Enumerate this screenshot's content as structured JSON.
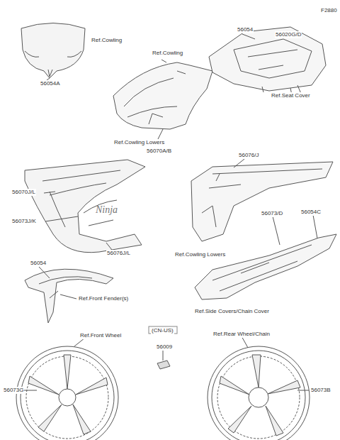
{
  "diagram": {
    "labels": [
      "F2880",
      "Ref.Cowling",
      "56054A",
      "Ref.Cowling",
      "56054",
      "56020G/D",
      "Ref.Seat Cover",
      "Ref.Cowling Lowers",
      "56070A/B",
      "56070J/L",
      "56073J/K",
      "56076J/L",
      "56076/J",
      "Ref.Cowling Lowers",
      "56073/D",
      "56054C",
      "Ref.Side Covers/Chain Cover",
      "56054",
      "Ref.Front Fender(s)",
      "Ref.Front Wheel",
      "(CN-US)",
      "56009",
      "Ref.Rear Wheel/Chain",
      "56073G",
      "56073B"
    ]
  }
}
